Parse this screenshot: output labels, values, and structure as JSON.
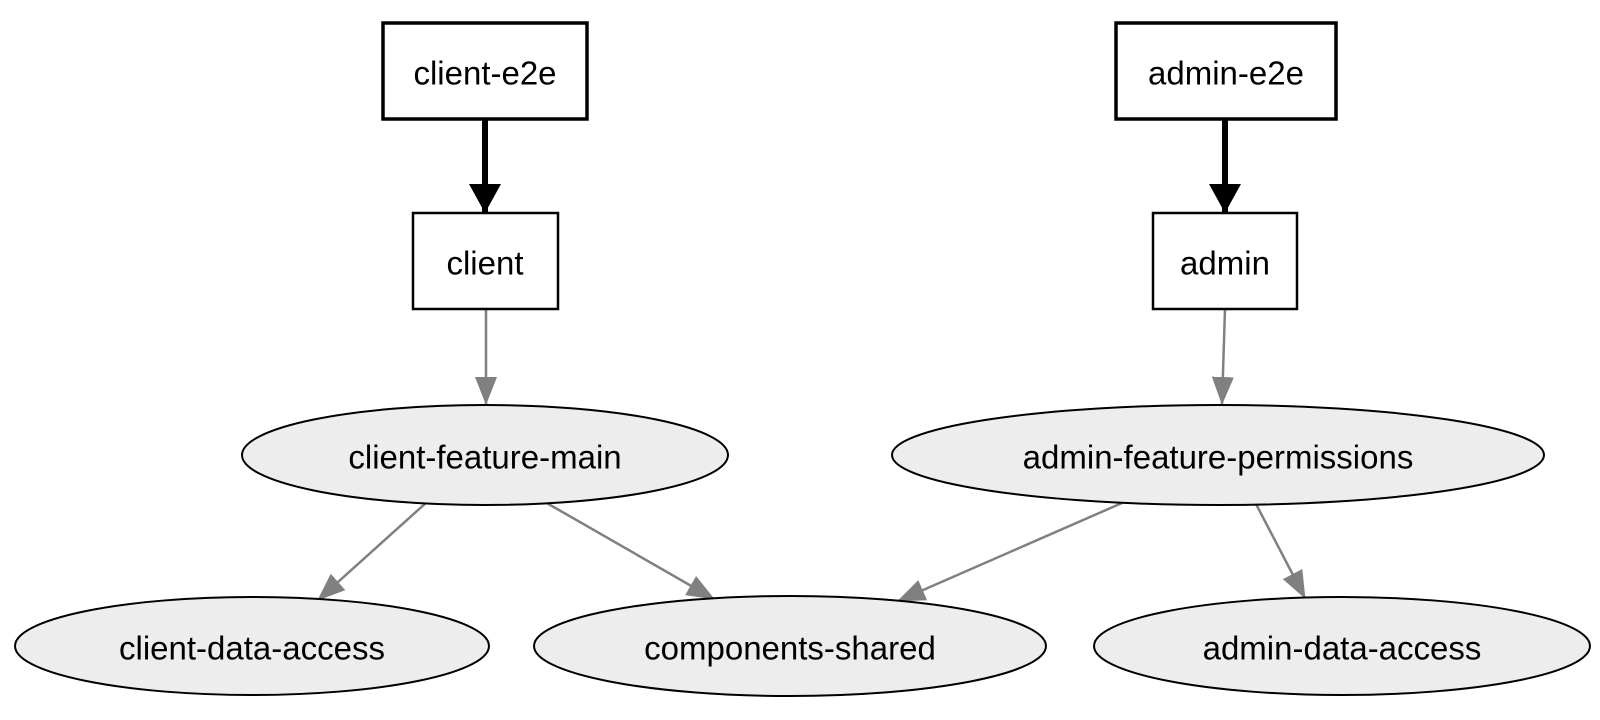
{
  "diagram": {
    "kind": "dependency-graph",
    "colors": {
      "background": "#ffffff",
      "lib_fill": "#ededed",
      "app_fill": "#ffffff",
      "border": "#000000",
      "edge_strong": "#000000",
      "edge_regular": "#808080"
    },
    "nodes": [
      {
        "id": "client-e2e",
        "label": "client-e2e",
        "shape": "box",
        "type": "e2e-app"
      },
      {
        "id": "admin-e2e",
        "label": "admin-e2e",
        "shape": "box",
        "type": "e2e-app"
      },
      {
        "id": "client",
        "label": "client",
        "shape": "box",
        "type": "app"
      },
      {
        "id": "admin",
        "label": "admin",
        "shape": "box",
        "type": "app"
      },
      {
        "id": "client-feature-main",
        "label": "client-feature-main",
        "shape": "ellipse",
        "type": "lib"
      },
      {
        "id": "admin-feature-permissions",
        "label": "admin-feature-permissions",
        "shape": "ellipse",
        "type": "lib"
      },
      {
        "id": "client-data-access",
        "label": "client-data-access",
        "shape": "ellipse",
        "type": "lib"
      },
      {
        "id": "components-shared",
        "label": "components-shared",
        "shape": "ellipse",
        "type": "lib"
      },
      {
        "id": "admin-data-access",
        "label": "admin-data-access",
        "shape": "ellipse",
        "type": "lib"
      }
    ],
    "edges": [
      {
        "from": "client-e2e",
        "to": "client",
        "style": "bold"
      },
      {
        "from": "admin-e2e",
        "to": "admin",
        "style": "bold"
      },
      {
        "from": "client",
        "to": "client-feature-main",
        "style": "regular"
      },
      {
        "from": "admin",
        "to": "admin-feature-permissions",
        "style": "regular"
      },
      {
        "from": "client-feature-main",
        "to": "client-data-access",
        "style": "regular"
      },
      {
        "from": "client-feature-main",
        "to": "components-shared",
        "style": "regular"
      },
      {
        "from": "admin-feature-permissions",
        "to": "components-shared",
        "style": "regular"
      },
      {
        "from": "admin-feature-permissions",
        "to": "admin-data-access",
        "style": "regular"
      }
    ]
  }
}
